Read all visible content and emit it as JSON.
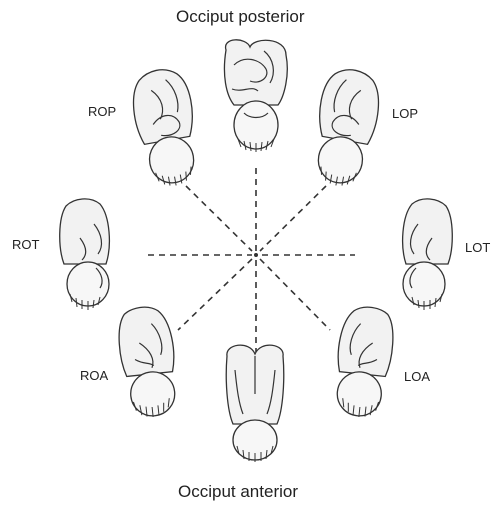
{
  "title_top": "Occiput posterior",
  "title_bottom": "Occiput anterior",
  "positions": {
    "rop": "ROP",
    "lop": "LOP",
    "rot": "ROT",
    "lot": "LOT",
    "roa": "ROA",
    "loa": "LOA"
  }
}
